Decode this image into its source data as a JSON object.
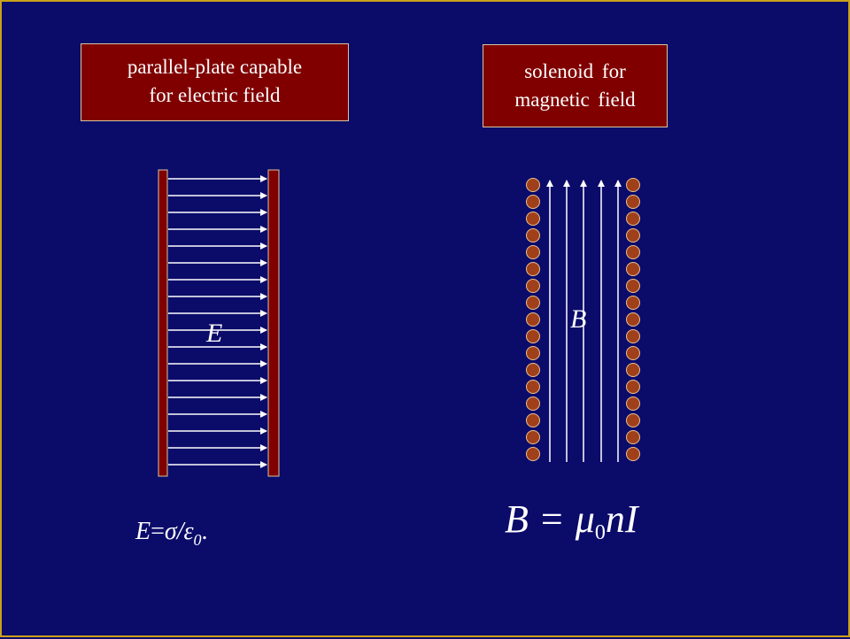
{
  "left_panel": {
    "label_line1": "parallel-plate capable",
    "label_line2": "for electric field",
    "field_symbol": "E",
    "formula_lhs": "E",
    "formula_eq": "=",
    "formula_sigma": "σ",
    "formula_slash": "/",
    "formula_eps": "ε",
    "formula_sub": "0",
    "formula_dot": "."
  },
  "right_panel": {
    "label_line1": "solenoid for",
    "label_line2": "magnetic field",
    "field_symbol": "B",
    "formula_lhs": "B",
    "formula_eq": "=",
    "formula_mu": "μ",
    "formula_sub": "0",
    "formula_rest": "nI"
  },
  "colors": {
    "background": "#0b0b6a",
    "border": "#c9a21a",
    "label_fill": "#800000",
    "plate_fill": "#800000",
    "coil_fill": "#a0401a",
    "field_line": "#ffffff"
  }
}
